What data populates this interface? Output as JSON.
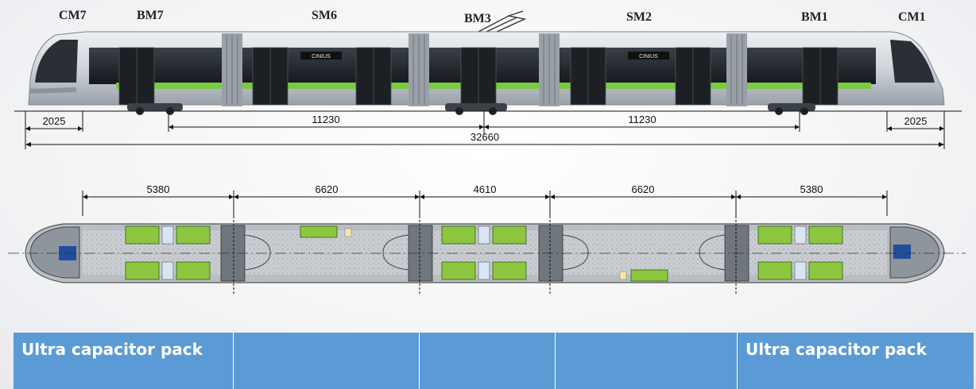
{
  "car_labels": {
    "cm7": "CM7",
    "bm7": "BM7",
    "sm6": "SM6",
    "bm3": "BM3",
    "sm2": "SM2",
    "bm1": "BM1",
    "cm1": "CM1"
  },
  "side_view": {
    "destination_sign_1": "CINIUS",
    "destination_sign_2": "CINIUS"
  },
  "side_dimensions": {
    "left_cab": "2025",
    "left_span": "11230",
    "right_span": "11230",
    "right_cab": "2025",
    "overall": "32660"
  },
  "plan_dimensions": {
    "d1": "5380",
    "d2": "6620",
    "d3": "4610",
    "d4": "6620",
    "d5": "5380"
  },
  "bottom_table": {
    "cells": [
      "Ultra capacitor pack",
      "",
      "",
      "",
      "Ultra capacitor pack"
    ]
  },
  "colors": {
    "accent_green": "#7ac943",
    "seat_green": "#8dc63f",
    "table_blue": "#5b9bd5",
    "body_silver": "#cfd4da",
    "cabin_blue": "#1f4e9c"
  }
}
